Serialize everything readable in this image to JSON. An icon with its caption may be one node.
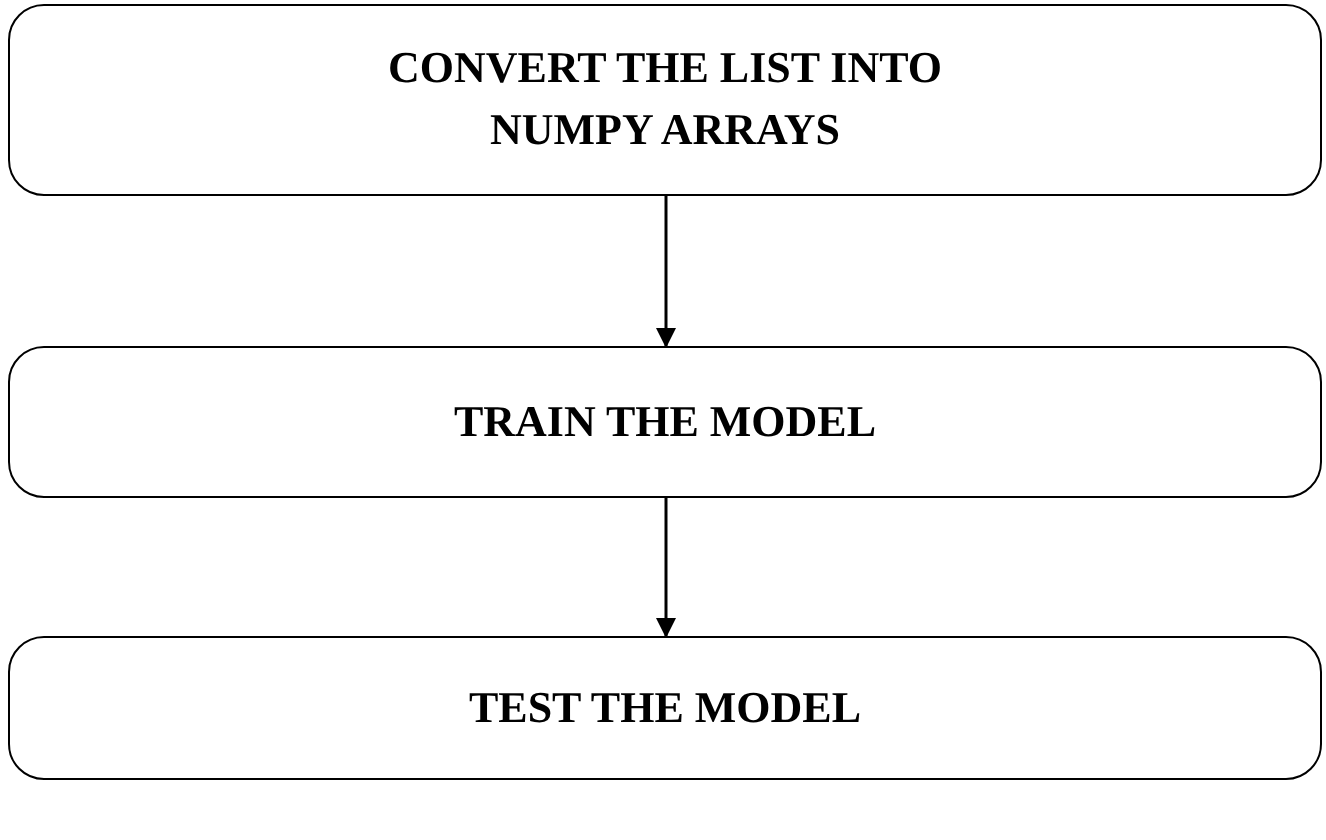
{
  "diagram": {
    "nodes": [
      {
        "text": [
          "CONVERT THE LIST INTO NUMPY ARRAYS"
        ]
      },
      {
        "text": [
          "TRAIN THE MODEL"
        ]
      },
      {
        "text": [
          "TEST THE MODEL"
        ]
      }
    ],
    "edges": [
      {
        "from": 0,
        "to": 1,
        "arrow": "to"
      },
      {
        "from": 1,
        "to": 2,
        "arrow": "to"
      }
    ]
  }
}
